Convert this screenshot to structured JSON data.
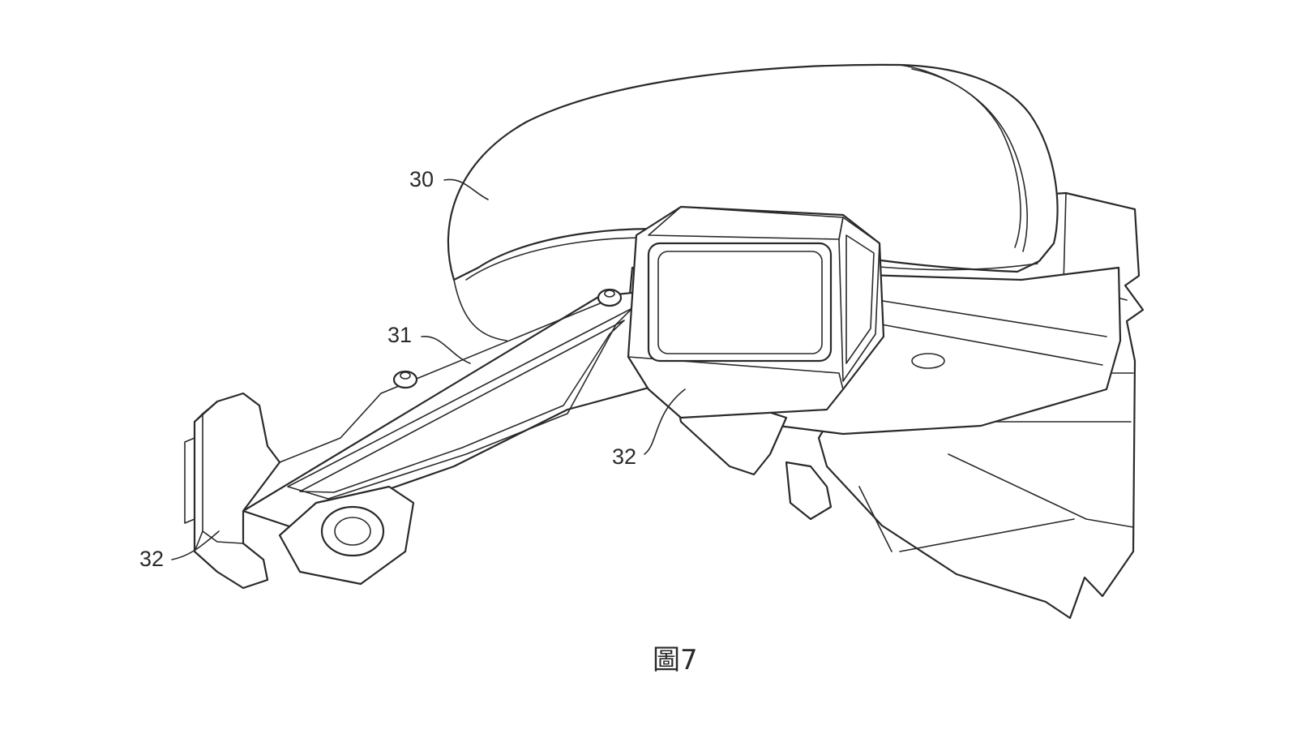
{
  "figure": {
    "caption": "圖7",
    "labels": {
      "cushion": "30",
      "arm": "31",
      "pad_right": "32",
      "pad_left": "32"
    }
  }
}
